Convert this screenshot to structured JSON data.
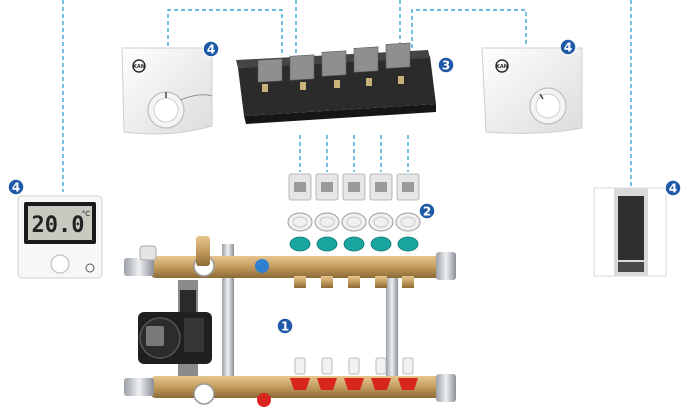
{
  "badges": [
    {
      "id": "thermostat-top-left",
      "number": "4"
    },
    {
      "id": "control-box",
      "number": "3"
    },
    {
      "id": "thermostat-top-right",
      "number": "4"
    },
    {
      "id": "thermostat-digital",
      "number": "4"
    },
    {
      "id": "wireless-receiver",
      "number": "4"
    },
    {
      "id": "actuators",
      "number": "2"
    },
    {
      "id": "manifold",
      "number": "1"
    }
  ],
  "digital_thermostat": {
    "reading": "20.0",
    "unit": "°C"
  },
  "brand_logo": "KAN",
  "colors": {
    "badge": "#1f5aa8",
    "dashed_line": "#3aa6d8",
    "brass": "#c8a063",
    "teal_cap": "#1aa6a0",
    "red_valve": "#d8261f",
    "blue_valve": "#2f7fd0"
  }
}
